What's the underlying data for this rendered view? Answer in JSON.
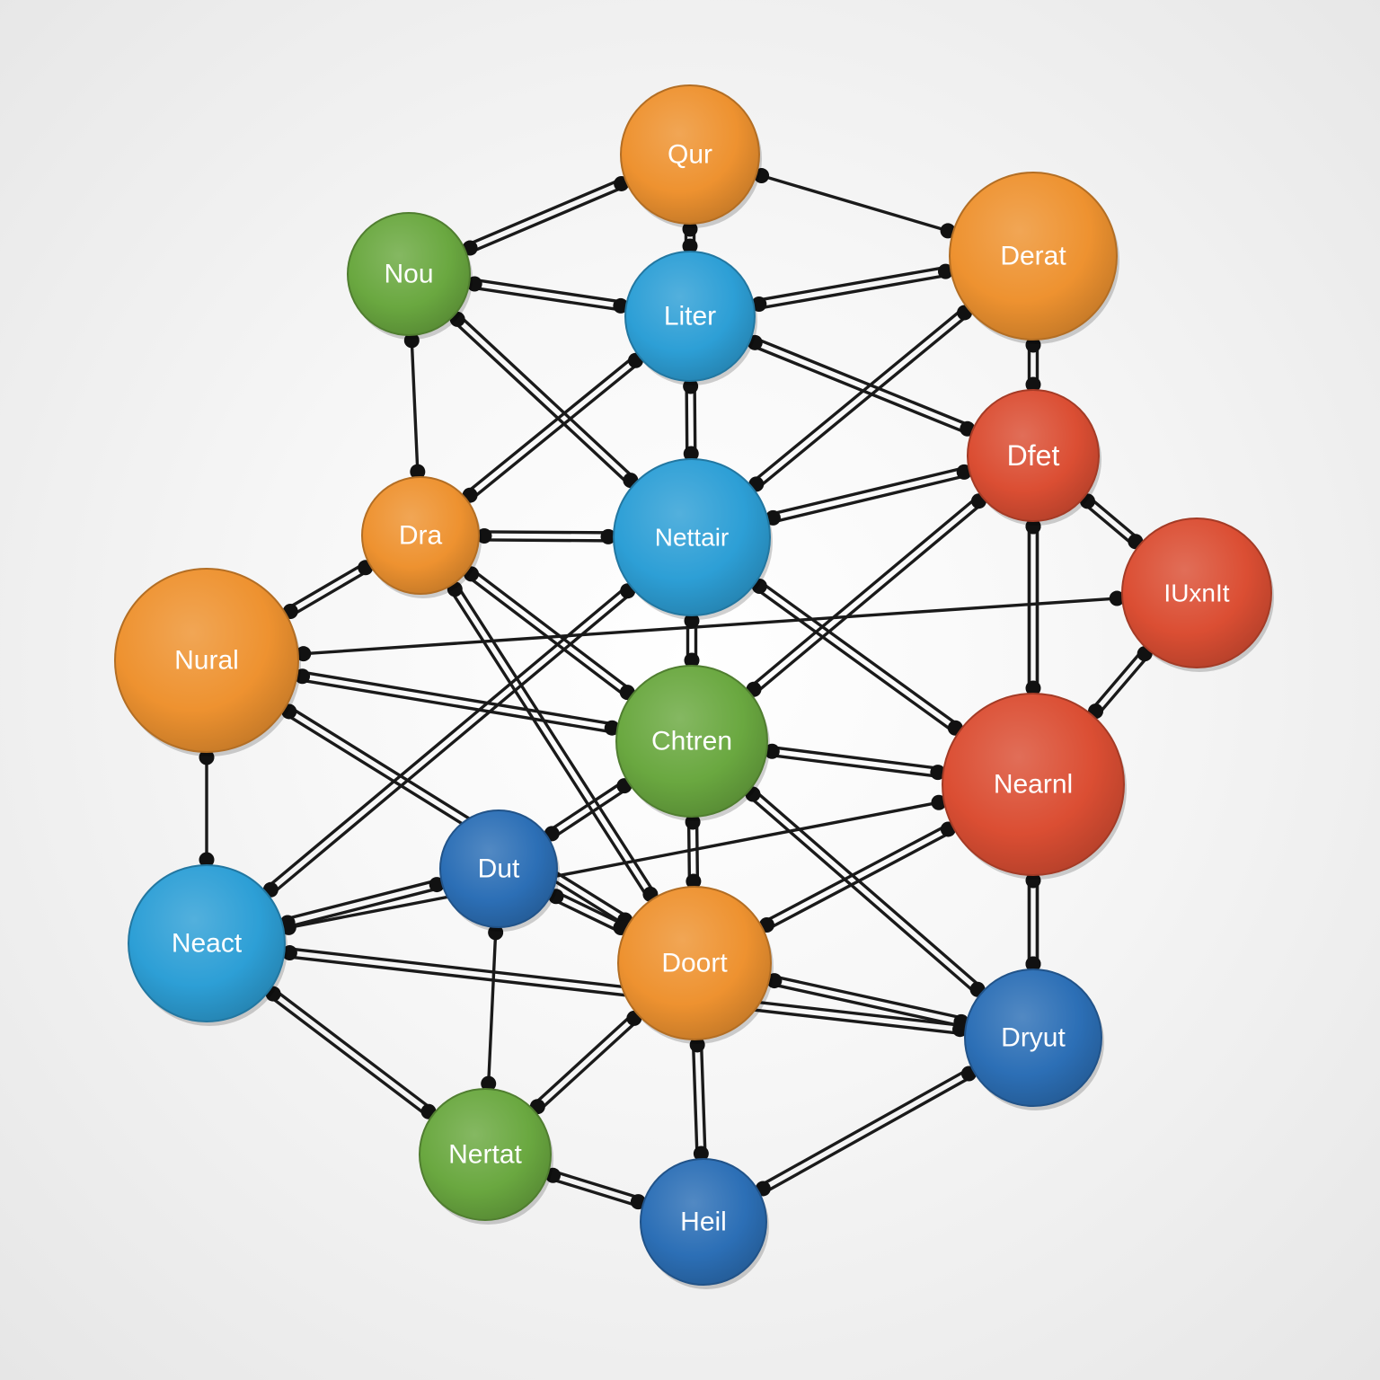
{
  "palette": {
    "orange": "#ee9230",
    "green": "#6aa840",
    "lightblue": "#2d9fd6",
    "blue": "#2c6fb6",
    "red": "#db4e33",
    "edge": "#1a1a1a"
  },
  "nodes": [
    {
      "id": "n-top",
      "label": "Qur",
      "color": "orange"
    },
    {
      "id": "n-tl",
      "label": "Nou",
      "color": "green"
    },
    {
      "id": "n-liter",
      "label": "Liter",
      "color": "lightblue"
    },
    {
      "id": "n-derat",
      "label": "Derat",
      "color": "orange"
    },
    {
      "id": "n-dfet",
      "label": "Dfet",
      "color": "red"
    },
    {
      "id": "n-dra",
      "label": "Dra",
      "color": "orange"
    },
    {
      "id": "n-nettair",
      "label": "Nettair",
      "color": "lightblue"
    },
    {
      "id": "n-iuxnit",
      "label": "IUxnIt",
      "color": "red"
    },
    {
      "id": "n-nural",
      "label": "Nural",
      "color": "orange"
    },
    {
      "id": "n-chtren",
      "label": "Chtren",
      "color": "green"
    },
    {
      "id": "n-nearnl",
      "label": "Nearnl",
      "color": "red"
    },
    {
      "id": "n-dut",
      "label": "Dut",
      "color": "blue"
    },
    {
      "id": "n-neact",
      "label": "Neact",
      "color": "lightblue"
    },
    {
      "id": "n-doort",
      "label": "Doort",
      "color": "orange"
    },
    {
      "id": "n-dryut",
      "label": "Dryut",
      "color": "blue"
    },
    {
      "id": "n-nertat",
      "label": "Nertat",
      "color": "green"
    },
    {
      "id": "n-heil",
      "label": "Heil",
      "color": "blue"
    }
  ],
  "edges": [
    {
      "from": 1,
      "to": 0,
      "double": true
    },
    {
      "from": 0,
      "to": 2,
      "double": true
    },
    {
      "from": 0,
      "to": 3,
      "double": false
    },
    {
      "from": 1,
      "to": 2,
      "double": true
    },
    {
      "from": 1,
      "to": 5,
      "double": false
    },
    {
      "from": 1,
      "to": 6,
      "double": true
    },
    {
      "from": 2,
      "to": 3,
      "double": true
    },
    {
      "from": 2,
      "to": 6,
      "double": true
    },
    {
      "from": 2,
      "to": 5,
      "double": true
    },
    {
      "from": 2,
      "to": 4,
      "double": true
    },
    {
      "from": 3,
      "to": 4,
      "double": true
    },
    {
      "from": 3,
      "to": 6,
      "double": true
    },
    {
      "from": 4,
      "to": 7,
      "double": true
    },
    {
      "from": 4,
      "to": 10,
      "double": true
    },
    {
      "from": 4,
      "to": 6,
      "double": true
    },
    {
      "from": 4,
      "to": 9,
      "double": true
    },
    {
      "from": 5,
      "to": 6,
      "double": true
    },
    {
      "from": 5,
      "to": 8,
      "double": true
    },
    {
      "from": 5,
      "to": 9,
      "double": true
    },
    {
      "from": 5,
      "to": 13,
      "double": true
    },
    {
      "from": 6,
      "to": 9,
      "double": true
    },
    {
      "from": 6,
      "to": 10,
      "double": true
    },
    {
      "from": 6,
      "to": 12,
      "double": true
    },
    {
      "from": 7,
      "to": 10,
      "double": true
    },
    {
      "from": 7,
      "to": 8,
      "double": false
    },
    {
      "from": 8,
      "to": 9,
      "double": true
    },
    {
      "from": 8,
      "to": 12,
      "double": false
    },
    {
      "from": 8,
      "to": 13,
      "double": true
    },
    {
      "from": 9,
      "to": 10,
      "double": true
    },
    {
      "from": 9,
      "to": 11,
      "double": true
    },
    {
      "from": 9,
      "to": 13,
      "double": true
    },
    {
      "from": 9,
      "to": 14,
      "double": true
    },
    {
      "from": 10,
      "to": 14,
      "double": true
    },
    {
      "from": 10,
      "to": 13,
      "double": true
    },
    {
      "from": 10,
      "to": 12,
      "double": false
    },
    {
      "from": 11,
      "to": 12,
      "double": true
    },
    {
      "from": 11,
      "to": 13,
      "double": true
    },
    {
      "from": 11,
      "to": 15,
      "double": false
    },
    {
      "from": 12,
      "to": 15,
      "double": true
    },
    {
      "from": 12,
      "to": 14,
      "double": true
    },
    {
      "from": 13,
      "to": 14,
      "double": true
    },
    {
      "from": 13,
      "to": 16,
      "double": true
    },
    {
      "from": 13,
      "to": 15,
      "double": true
    },
    {
      "from": 14,
      "to": 16,
      "double": true
    },
    {
      "from": 15,
      "to": 16,
      "double": true
    },
    {
      "from": 4,
      "to": 14,
      "double": true
    }
  ]
}
